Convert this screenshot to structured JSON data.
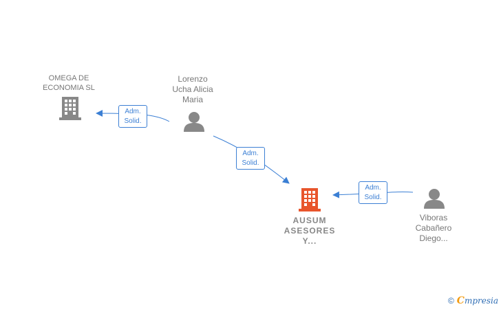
{
  "colors": {
    "accent": "#3b7fd4",
    "node_gray": "#888888",
    "main_company": "#e8552c",
    "brand_orange": "#f39c12"
  },
  "nodes": [
    {
      "id": "omega",
      "type": "company",
      "label": "OMEGA DE\nECONOMIA SL",
      "icon": "building-icon"
    },
    {
      "id": "lorenzo",
      "type": "person",
      "label": "Lorenzo\nUcha Alicia\nMaria",
      "icon": "person-icon"
    },
    {
      "id": "ausum",
      "type": "company-main",
      "label": "AUSUM\nASESORES\nY...",
      "icon": "building-icon"
    },
    {
      "id": "viboras",
      "type": "person",
      "label": "Viboras\nCabañero\nDiego...",
      "icon": "person-icon"
    }
  ],
  "edges": [
    {
      "from": "lorenzo",
      "to": "omega",
      "line1": "Adm.",
      "line2": "Solid."
    },
    {
      "from": "lorenzo",
      "to": "ausum",
      "line1": "Adm.",
      "line2": "Solid."
    },
    {
      "from": "viboras",
      "to": "ausum",
      "line1": "Adm.",
      "line2": "Solid."
    }
  ],
  "brand": {
    "copyright": "©",
    "initial": "C",
    "rest": "mpresia"
  }
}
